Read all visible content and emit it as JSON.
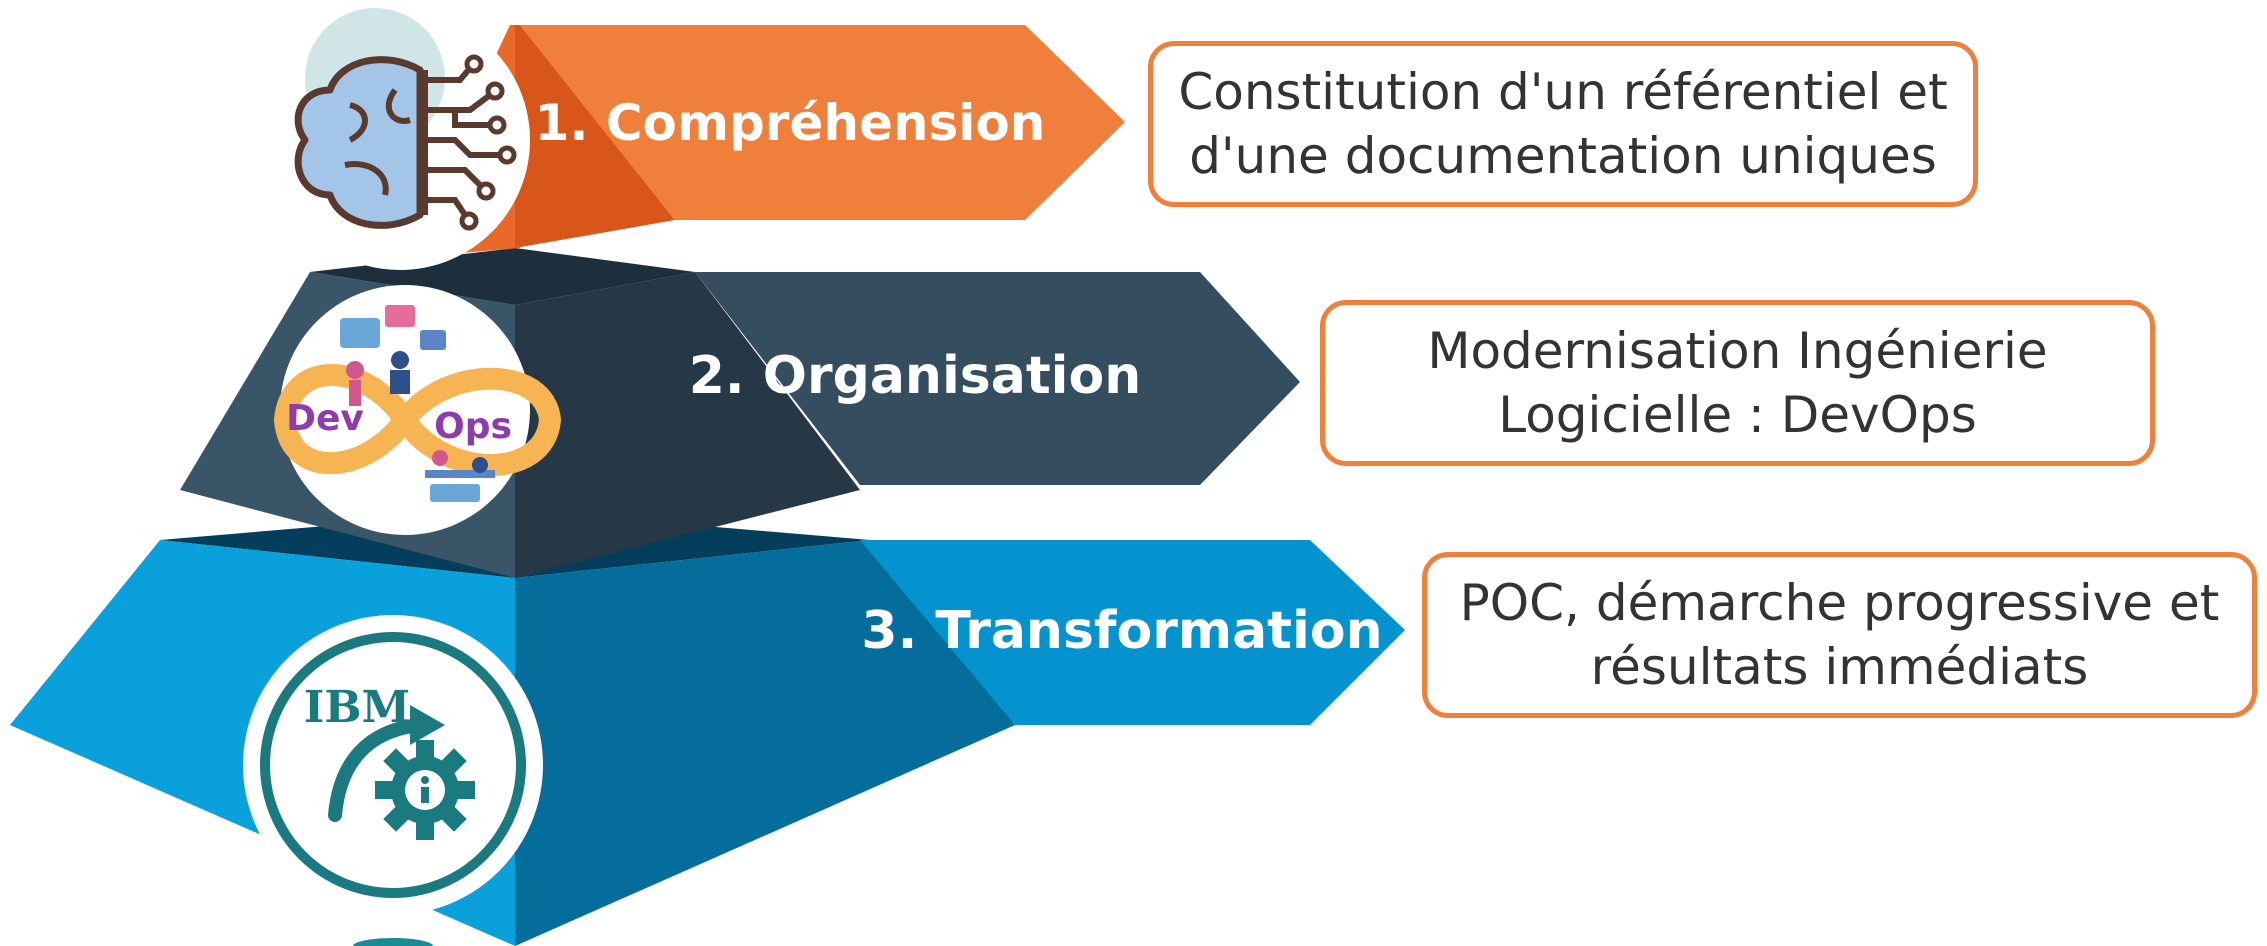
{
  "steps": [
    {
      "label": "1. Compréhension",
      "description": [
        "Constitution d'un référentiel et",
        "d'une documentation uniques"
      ],
      "icon": "brain-circuit-icon",
      "color": "#f07f3c"
    },
    {
      "label": "2. Organisation",
      "description": [
        "Modernisation Ingénierie",
        "Logicielle : DevOps"
      ],
      "icon": "devops-infinity-icon",
      "icon_text": [
        "Dev",
        "Ops"
      ],
      "color": "#344d5f"
    },
    {
      "label": "3. Transformation",
      "description": [
        "POC, démarche progressive et",
        "résultats immédiats"
      ],
      "icon": "ibm-transformation-gear-icon",
      "icon_text": [
        "IBM"
      ],
      "color": "#0593cf"
    }
  ],
  "colors": {
    "orange": "#f07f3c",
    "orange_dark": "#d9561a",
    "slate": "#344d5f",
    "slate_dark": "#263745",
    "blue": "#0593cf",
    "blue_dark": "#046d9b",
    "teal": "#1b7a80",
    "devops_purple": "#8e3bb0"
  }
}
